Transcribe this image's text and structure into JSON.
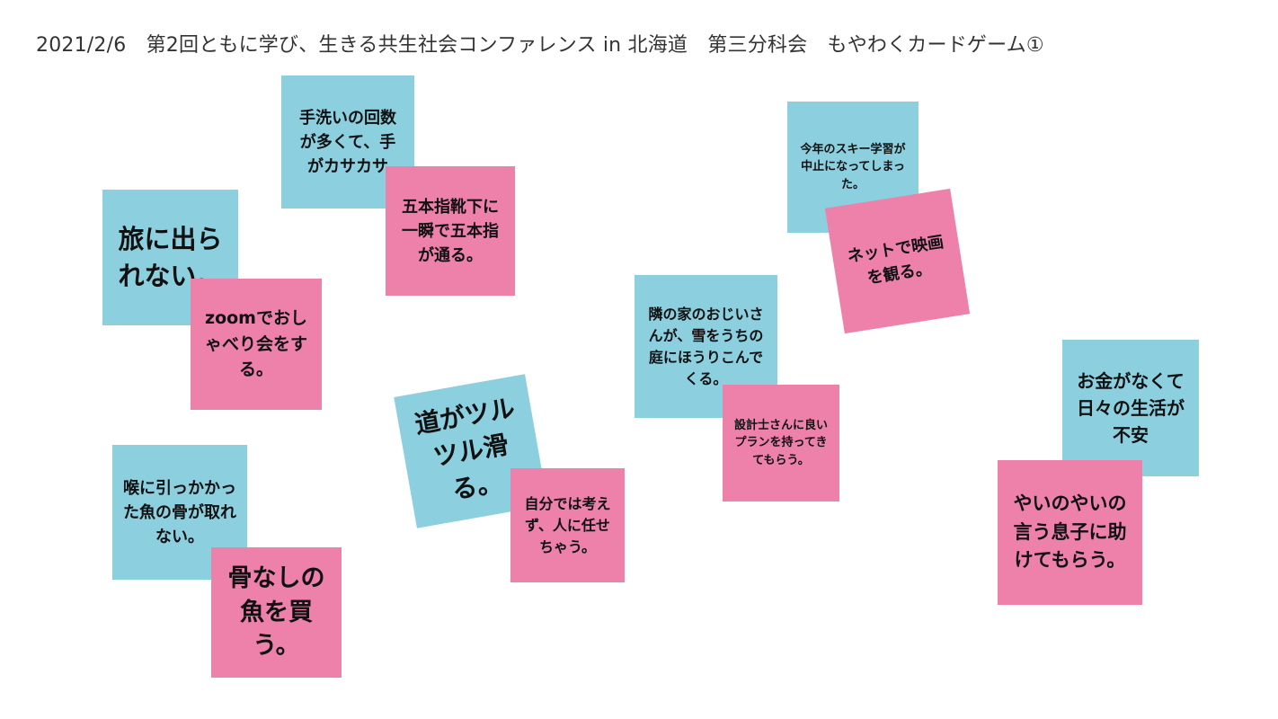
{
  "board": {
    "title": "2021/2/6　第2回ともに学び、生きる共生社会コンファレンス in 北海道　第三分科会　もやわくカードゲーム①"
  },
  "colors": {
    "blue_note": "#8ccfdf",
    "pink_note": "#ee81aa",
    "background": "#ffffff"
  },
  "notes": [
    {
      "color": "blue",
      "text": "手洗いの回数が多くて、手がカサカサ"
    },
    {
      "color": "pink",
      "text": "五本指靴下に一瞬で五本指が通る。"
    },
    {
      "color": "blue",
      "text": "旅に出られない。"
    },
    {
      "color": "pink",
      "text": "zoomでおしゃべり会をする。"
    },
    {
      "color": "blue",
      "text": "喉に引っかかった魚の骨が取れない。"
    },
    {
      "color": "pink",
      "text": "骨なしの魚を買う。"
    },
    {
      "color": "blue",
      "text": "道がツルツル滑る。"
    },
    {
      "color": "pink",
      "text": "自分では考えず、人に任せちゃう。"
    },
    {
      "color": "blue",
      "text": "隣の家のおじいさんが、雪をうちの庭にほうりこんでくる。"
    },
    {
      "color": "pink",
      "text": "設計士さんに良いプランを持ってきてもらう。"
    },
    {
      "color": "blue",
      "text": "今年のスキー学習が中止になってしまった。"
    },
    {
      "color": "pink",
      "text": "ネットで映画を観る。"
    },
    {
      "color": "blue",
      "text": "お金がなくて日々の生活が不安"
    },
    {
      "color": "pink",
      "text": "やいのやいの言う息子に助けてもらう。"
    }
  ]
}
